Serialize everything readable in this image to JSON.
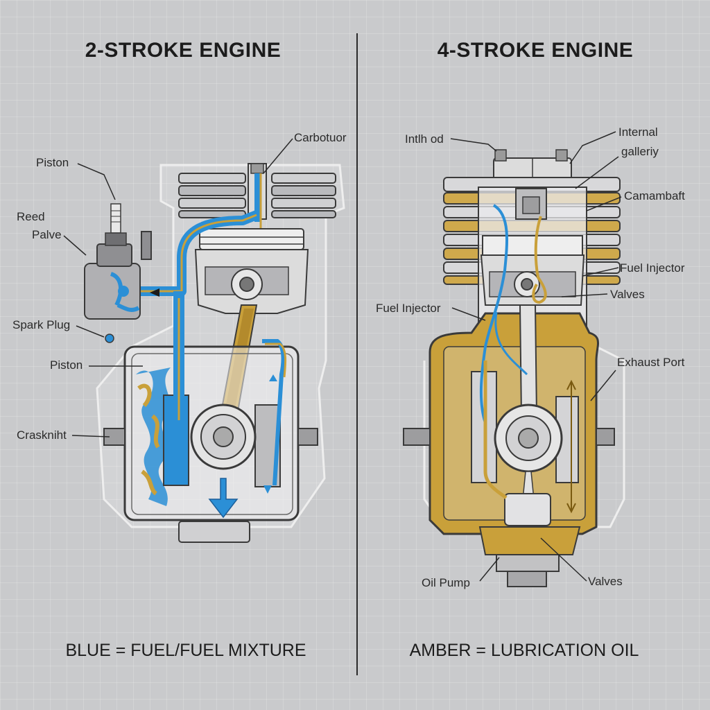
{
  "left": {
    "title": "2-STROKE ENGINE",
    "legend": "BLUE = FUEL/FUEL MIXTURE",
    "labels": {
      "carburetor": "Carbotuor",
      "piston_top": "Piston",
      "reed": "Reed",
      "palve": "Palve",
      "spark_plug": "Spark Plug",
      "piston": "Piston",
      "crankshaft": "Craskniht"
    }
  },
  "right": {
    "title": "4-STROKE ENGINE",
    "legend": "AMBER = LUBRICATION OIL",
    "labels": {
      "intake_oil": "Intlh od",
      "internal": "Internal",
      "gallery": "galleriy",
      "camshaft": "Camambaft",
      "fuel_injector_right": "Fuel Injector",
      "valves_top": "Valves",
      "fuel_injector_left": "Fuel Injector",
      "exhaust_port": "Exhaust Port",
      "oil_pump": "Oil Pump",
      "valves_bottom": "Valves"
    }
  },
  "colors": {
    "fuel": "#2b8fd6",
    "oil": "#c9a03a",
    "metal": "#d9dadb",
    "outline": "#3a3a3a"
  }
}
